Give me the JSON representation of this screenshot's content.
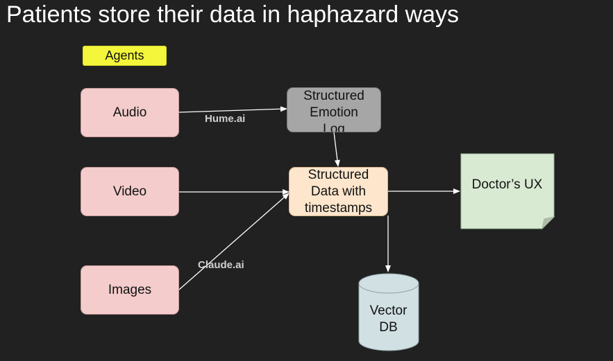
{
  "title": "Patients store their data in haphazard ways",
  "legend": {
    "agents": "Agents"
  },
  "nodes": {
    "audio": "Audio",
    "video": "Video",
    "images": "Images",
    "emotion_log": "Structured\nEmotion\nLog",
    "structured_data": "Structured\nData with\ntimestamps",
    "doctor_ux": "Doctor’s UX",
    "vector_db": "Vector\nDB"
  },
  "edge_labels": {
    "hume": "Hume.ai",
    "claude": "Claude.ai"
  },
  "colors": {
    "background": "#212121",
    "input_nodes": "#f4cccc",
    "emotion_log": "#a6a6a6",
    "structured_data": "#fde6cc",
    "doctor_ux": "#d9ead3",
    "vector_db": "#d0e0e3",
    "agents_tag": "#f3f63a"
  }
}
